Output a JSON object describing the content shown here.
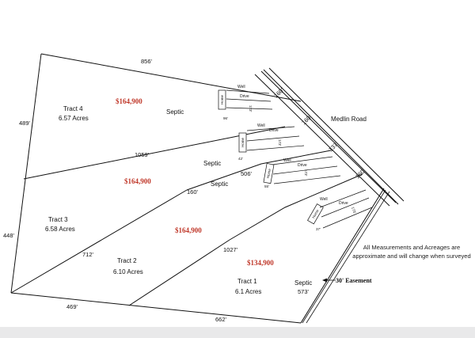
{
  "plat": {
    "road_name": "Medlin Road",
    "easement": "30' Easement",
    "note_line1": "All Measurements and Acreages are",
    "note_line2": "approximate and will change when surveyed",
    "labels": {
      "well": "Well",
      "drive": "Drive",
      "home": "Home",
      "septic": "Septic"
    },
    "tracts": [
      {
        "name": "Tract 4",
        "acres": "6.57 Acres",
        "price": "$164,900"
      },
      {
        "name": "Tract 3",
        "acres": "6.58 Acres",
        "price": "$164,900"
      },
      {
        "name": "Tract 2",
        "acres": "6.10 Acres",
        "price": "$164,900"
      },
      {
        "name": "Tract 1",
        "acres": "6.1 Acres",
        "price": "$134,900"
      }
    ],
    "measurements": {
      "top": "856'",
      "t4_left": "489'",
      "t4_bottom": "1059'",
      "t3_left": "448'",
      "t3_t2_line": "712'",
      "bottom_left": "469'",
      "bottom_right": "662'",
      "t2_upper": "506'",
      "t2_mid": "160'",
      "t1_line": "1027'",
      "t1_east": "573'",
      "front_1": "160'",
      "front_2": "160'",
      "front_3": "137'",
      "front_4": "160'"
    },
    "small_dims": [
      "96'",
      "76'",
      "55'",
      "42'",
      "173'",
      "37'"
    ]
  }
}
